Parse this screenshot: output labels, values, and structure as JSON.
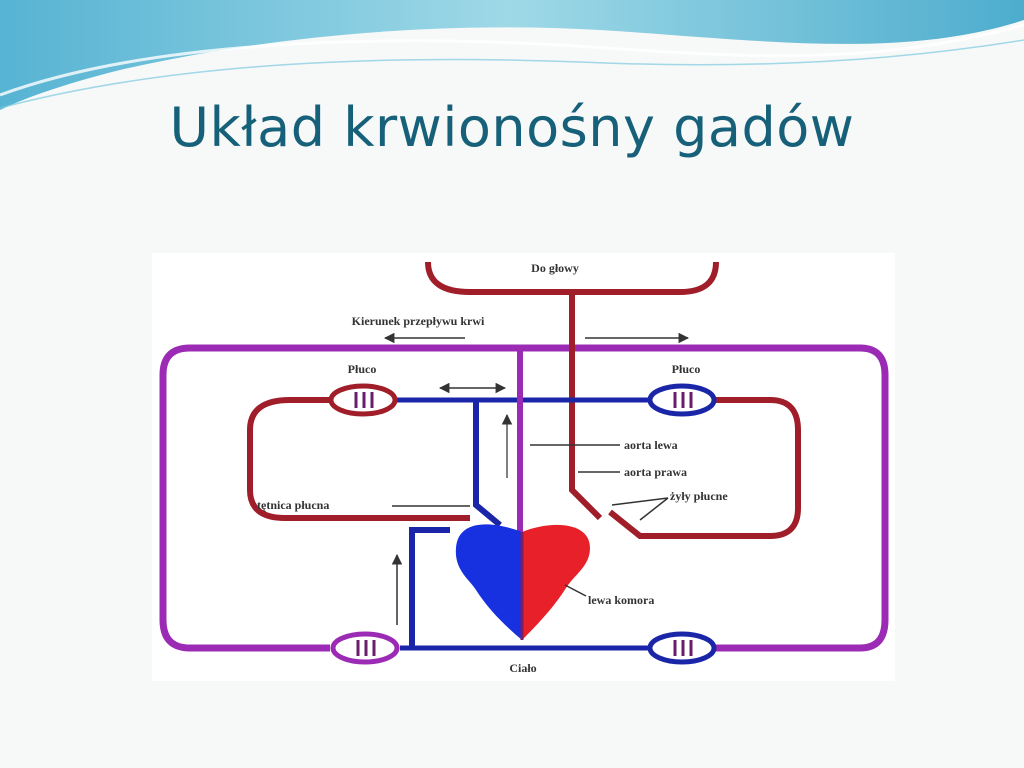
{
  "slide": {
    "title": "Układ krwionośny gadów"
  },
  "diagram": {
    "labels": {
      "head": "Do głowy",
      "flow_direction": "Kierunek przepływu krwi",
      "lung_left": "Płuco",
      "lung_right": "Płuco",
      "aorta_left": "aorta lewa",
      "aorta_right": "aorta prawa",
      "pulmonary_artery": "tętnica płucna",
      "pulmonary_veins": "żyły płucne",
      "left_ventricle": "lewa komora",
      "body": "Ciało"
    },
    "colors": {
      "oxygenated": "#a01e2a",
      "deoxygenated": "#1a25a8",
      "mixed": "#9b2bb5",
      "heart_right": "#e8202a",
      "heart_left": "#1730e0",
      "title": "#17607a",
      "wave": "#5ab9d6"
    }
  }
}
